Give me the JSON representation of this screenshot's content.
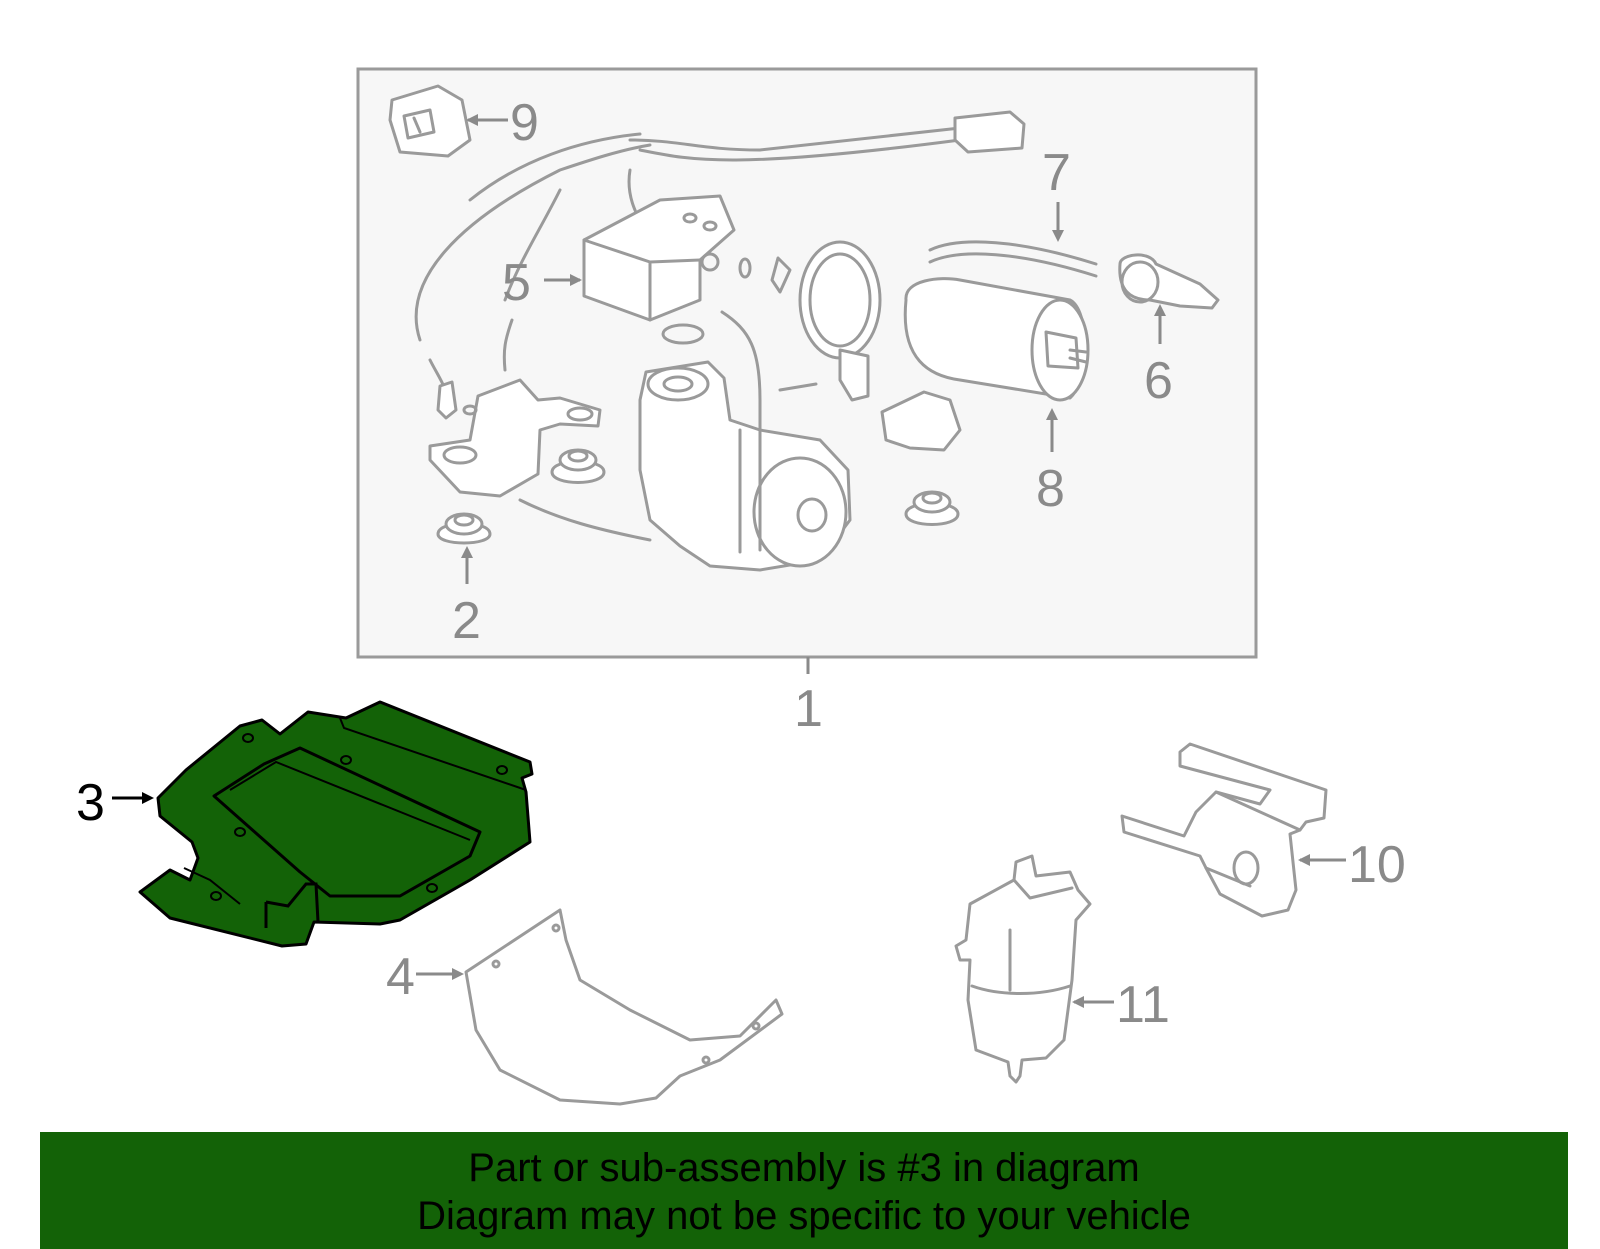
{
  "diagram": {
    "callouts": [
      "1",
      "2",
      "3",
      "4",
      "5",
      "6",
      "7",
      "8",
      "9",
      "10",
      "11"
    ],
    "highlighted_part": "3",
    "highlight_color": "#136207",
    "box_fill": "#f7f7f7",
    "line_color": "#9a9a9a"
  },
  "banner": {
    "line1": "Part or sub-assembly is #3 in diagram",
    "line2": "Diagram may not be specific to your vehicle",
    "background": "#136207"
  }
}
